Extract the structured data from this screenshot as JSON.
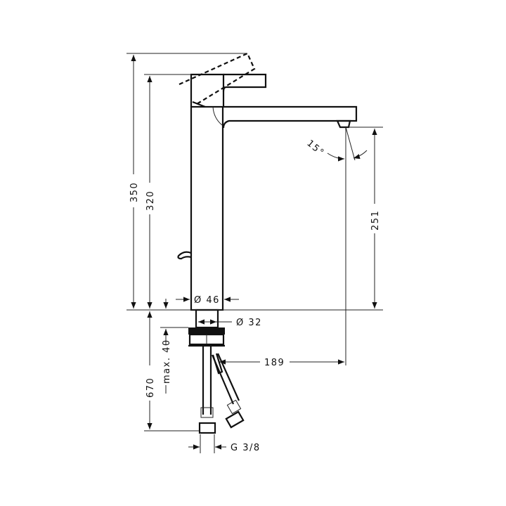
{
  "drawing": {
    "title": "Basin mixer tap dimension drawing",
    "dimensions": {
      "total_height_lever_open": "350",
      "total_height": "320",
      "spout_clearance": "251",
      "spout_reach": "189",
      "body_diameter": "Ø 46",
      "shank_diameter": "Ø 32",
      "max_deck_thickness": "max. 40",
      "hose_length": "670",
      "connection_thread": "G 3/8",
      "lever_angle": "15°"
    },
    "colors": {
      "line": "#111111",
      "background": "#ffffff"
    }
  }
}
